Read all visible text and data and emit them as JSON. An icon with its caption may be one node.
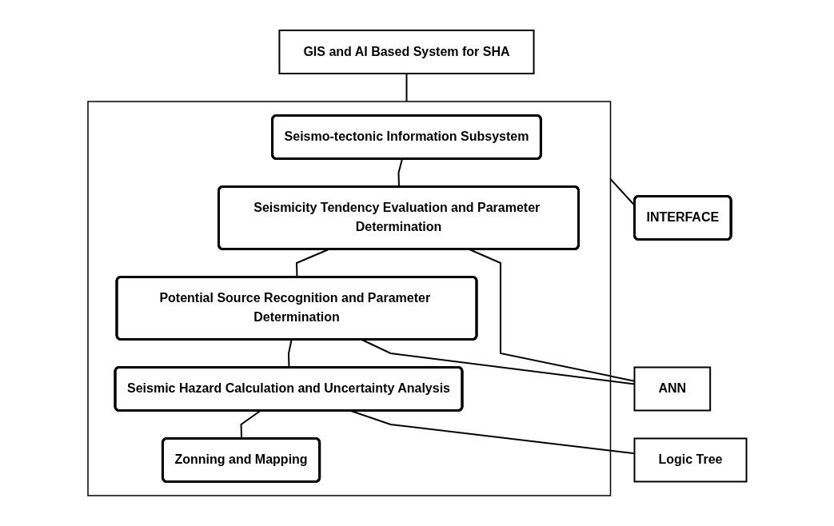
{
  "diagram": {
    "nodes": [
      {
        "text": [
          "GIS and AI Based System for SHA"
        ]
      },
      {
        "text": [],
        "shape": "box"
      },
      {
        "text": [
          "Seismo-tectonic Information Subsystem"
        ],
        "in": 1
      },
      {
        "text": [
          "Seismicity Tendency Evaluation and Parameter Determination"
        ],
        "in": 1
      },
      {
        "text": [
          "Potential Source Recognition and Parameter Determination"
        ],
        "in": 1
      },
      {
        "text": [
          "Seismic Hazard Calculation and Uncertainty Analysis"
        ],
        "in": 1
      },
      {
        "text": [
          "Zonning and Mapping"
        ],
        "in": 1
      },
      {
        "text": [
          "ANN"
        ]
      },
      {
        "text": [
          "Logic Tree"
        ]
      },
      {
        "text": [
          "INTERFACE"
        ]
      }
    ],
    "edges": [
      {
        "from": 0,
        "to": 1,
        "arrow": "none"
      },
      {
        "from": 2,
        "to": 3,
        "arrow": "none"
      },
      {
        "from": 3,
        "to": 4,
        "arrow": "none"
      },
      {
        "from": 4,
        "to": 5,
        "arrow": "none"
      },
      {
        "from": 5,
        "to": 6,
        "arrow": "none"
      },
      {
        "from": 3,
        "to": 7,
        "arrow": "none"
      },
      {
        "from": 4,
        "to": 7,
        "arrow": "none"
      },
      {
        "from": 5,
        "to": 8,
        "arrow": "none"
      },
      {
        "from": 1,
        "to": 9,
        "arrow": "none"
      }
    ]
  }
}
